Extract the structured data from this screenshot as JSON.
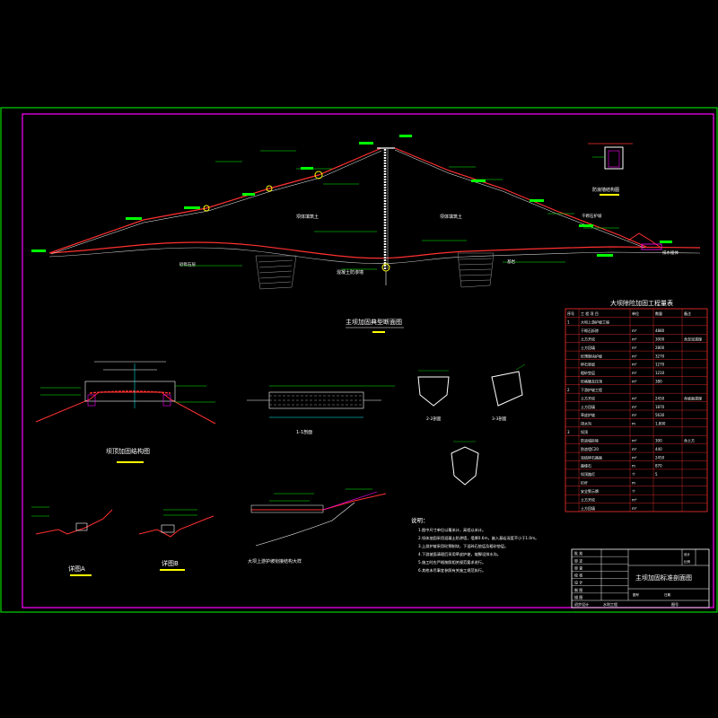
{
  "drawing": {
    "main_section_title": "主坝加固典型断面图",
    "crest_cap_label": "坝顶加固结构图",
    "wave_wall_label": "防浪墙结构图",
    "detail_a_title": "详图A",
    "detail_b_title": "详图B",
    "slope_detail_title": "大坝上游护坡衔接结构大样",
    "section_labels": [
      "1-1剖面",
      "2-2剖面",
      "3-3剖面"
    ],
    "label_core_wall": "混凝土防渗墙",
    "label_left_fill": "坝体填筑土",
    "label_right_fill": "坝体填筑土",
    "label_foundation": "砂砾石层",
    "label_bedrock": "基岩",
    "label_riprap": "干砌石护坡",
    "label_toe": "排水棱体"
  },
  "quantity_table": {
    "title": "大坝除险加固工程量表",
    "headers": [
      "序号",
      "工 程 项 目",
      "单位",
      "数量",
      "备注"
    ],
    "rows": [
      [
        "1",
        "大坝上游护坡工程",
        "",
        "",
        ""
      ],
      [
        "",
        "干砌石拆除",
        "m³",
        "4880",
        ""
      ],
      [
        "",
        "土方开挖",
        "m³",
        "3000",
        "含淤泥清理"
      ],
      [
        "",
        "土方回填",
        "m³",
        "2800",
        ""
      ],
      [
        "",
        "砼预制块护坡",
        "m³",
        "3270",
        ""
      ],
      [
        "",
        "碎石垫层",
        "m³",
        "1270",
        ""
      ],
      [
        "",
        "粗砂垫层",
        "m³",
        "1210",
        ""
      ],
      [
        "",
        "砼格梗及压顶",
        "m³",
        "380",
        ""
      ],
      [
        "2",
        "下游护坡工程",
        "",
        "",
        ""
      ],
      [
        "",
        "土方开挖",
        "m³",
        "2450",
        "含坡面清理"
      ],
      [
        "",
        "土方回填",
        "m³",
        "1870",
        ""
      ],
      [
        "",
        "草皮护坡",
        "m²",
        "5630",
        ""
      ],
      [
        "",
        "排水沟",
        "m",
        "1,800",
        ""
      ],
      [
        "3",
        "坝顶",
        "",
        "",
        ""
      ],
      [
        "",
        "防浪墙拆除",
        "m³",
        "300",
        "含土方"
      ],
      [
        "",
        "防浪墙C20",
        "m³",
        "440",
        ""
      ],
      [
        "",
        "泥结碎石路面",
        "m²",
        "2450",
        ""
      ],
      [
        "",
        "路缘石",
        "m",
        "870",
        ""
      ],
      [
        "",
        "坝顶路灯",
        "个",
        "5",
        ""
      ],
      [
        "",
        "栏杆",
        "m",
        "",
        ""
      ],
      [
        "",
        "安全警示牌",
        "个",
        "",
        ""
      ],
      [
        "",
        "土方开挖",
        "m³",
        "",
        ""
      ],
      [
        "",
        "土方回填",
        "m³",
        "",
        ""
      ]
    ]
  },
  "notes": {
    "title": "说明：",
    "lines": [
      "1.图中尺寸单位以毫米计，高程以米计。",
      "2.坝体加固采用混凝土防渗墙，墙厚0.6m，嵌入基岩深度不小于1.0m。",
      "3.上游护坡采用砼预制块，下设碎石垫层及粗砂垫层。",
      "4.下游坡面清理后采用草皮护坡，坡脚设排水沟。",
      "5.施工时应严格按照相关规范要求进行。",
      "6.其他未尽事宜参照有关施工规范执行。"
    ]
  },
  "title_block": {
    "drawing_name": "主坝加固标准剖面图",
    "rows": [
      "批 准",
      "审 定",
      "审 查",
      "校 核",
      "设 计",
      "制 图",
      "描 图"
    ],
    "right_labels": [
      "设计",
      "比例",
      "图号",
      "日期"
    ],
    "bottom_left": "初步设计",
    "bottom_mid": "水利工程",
    "bottom_right": "图号"
  }
}
